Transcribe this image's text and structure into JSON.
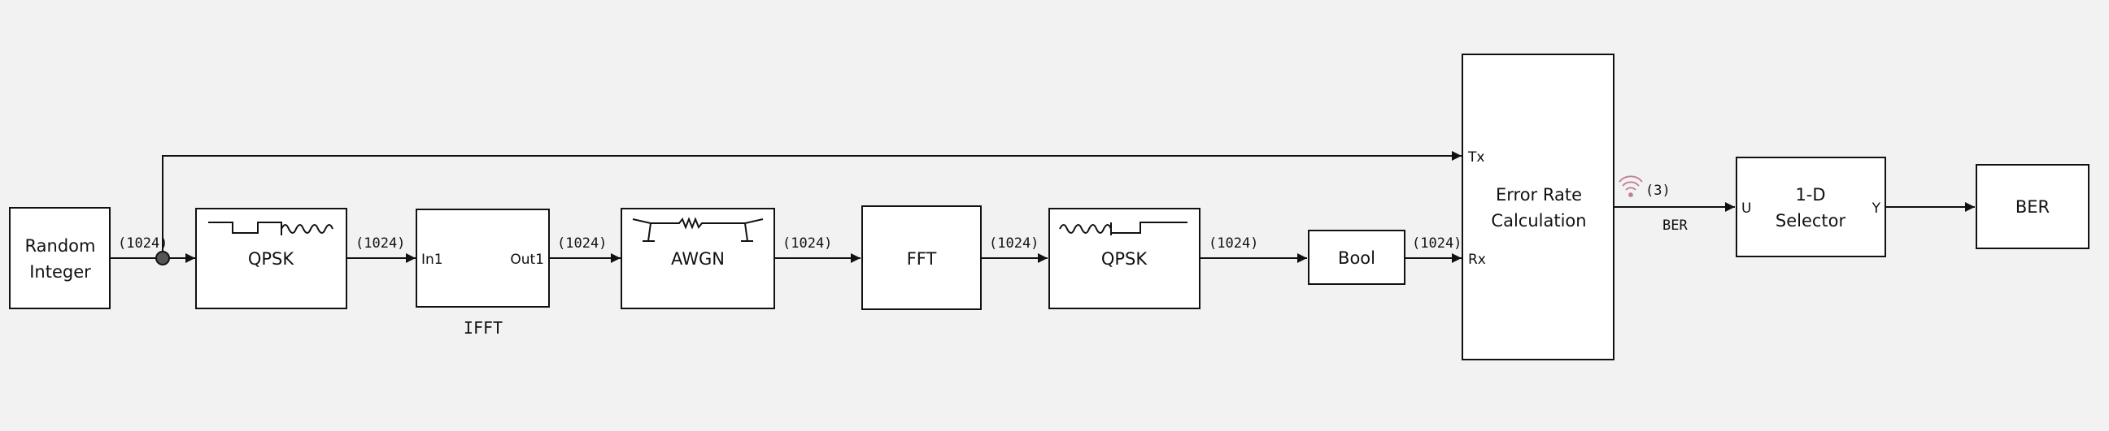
{
  "blocks": {
    "random_integer": {
      "line1": "Random",
      "line2": "Integer"
    },
    "qpsk_mod": {
      "label": "QPSK"
    },
    "ifft": {
      "in_port": "In1",
      "out_port": "Out1",
      "name": "IFFT"
    },
    "awgn": {
      "label": "AWGN"
    },
    "fft": {
      "label": "FFT"
    },
    "qpsk_demod": {
      "label": "QPSK"
    },
    "bool": {
      "label": "Bool"
    },
    "error_rate": {
      "line1": "Error Rate",
      "line2": "Calculation",
      "tx_port": "Tx",
      "rx_port": "Rx"
    },
    "selector": {
      "line1": "1-D",
      "line2": "Selector",
      "in_port": "U",
      "out_port": "Y"
    },
    "ber_display": {
      "label": "BER"
    }
  },
  "signals": {
    "s1": "(1024)",
    "s2": "(1024)",
    "s3": "(1024)",
    "s4": "(1024)",
    "s5": "(1024)",
    "s6": "(1024)",
    "s7": "(1024)",
    "ber_dim": "(3)",
    "ber_name": "BER"
  },
  "icons": {
    "logged_signal": "wireless-signal-icon"
  }
}
